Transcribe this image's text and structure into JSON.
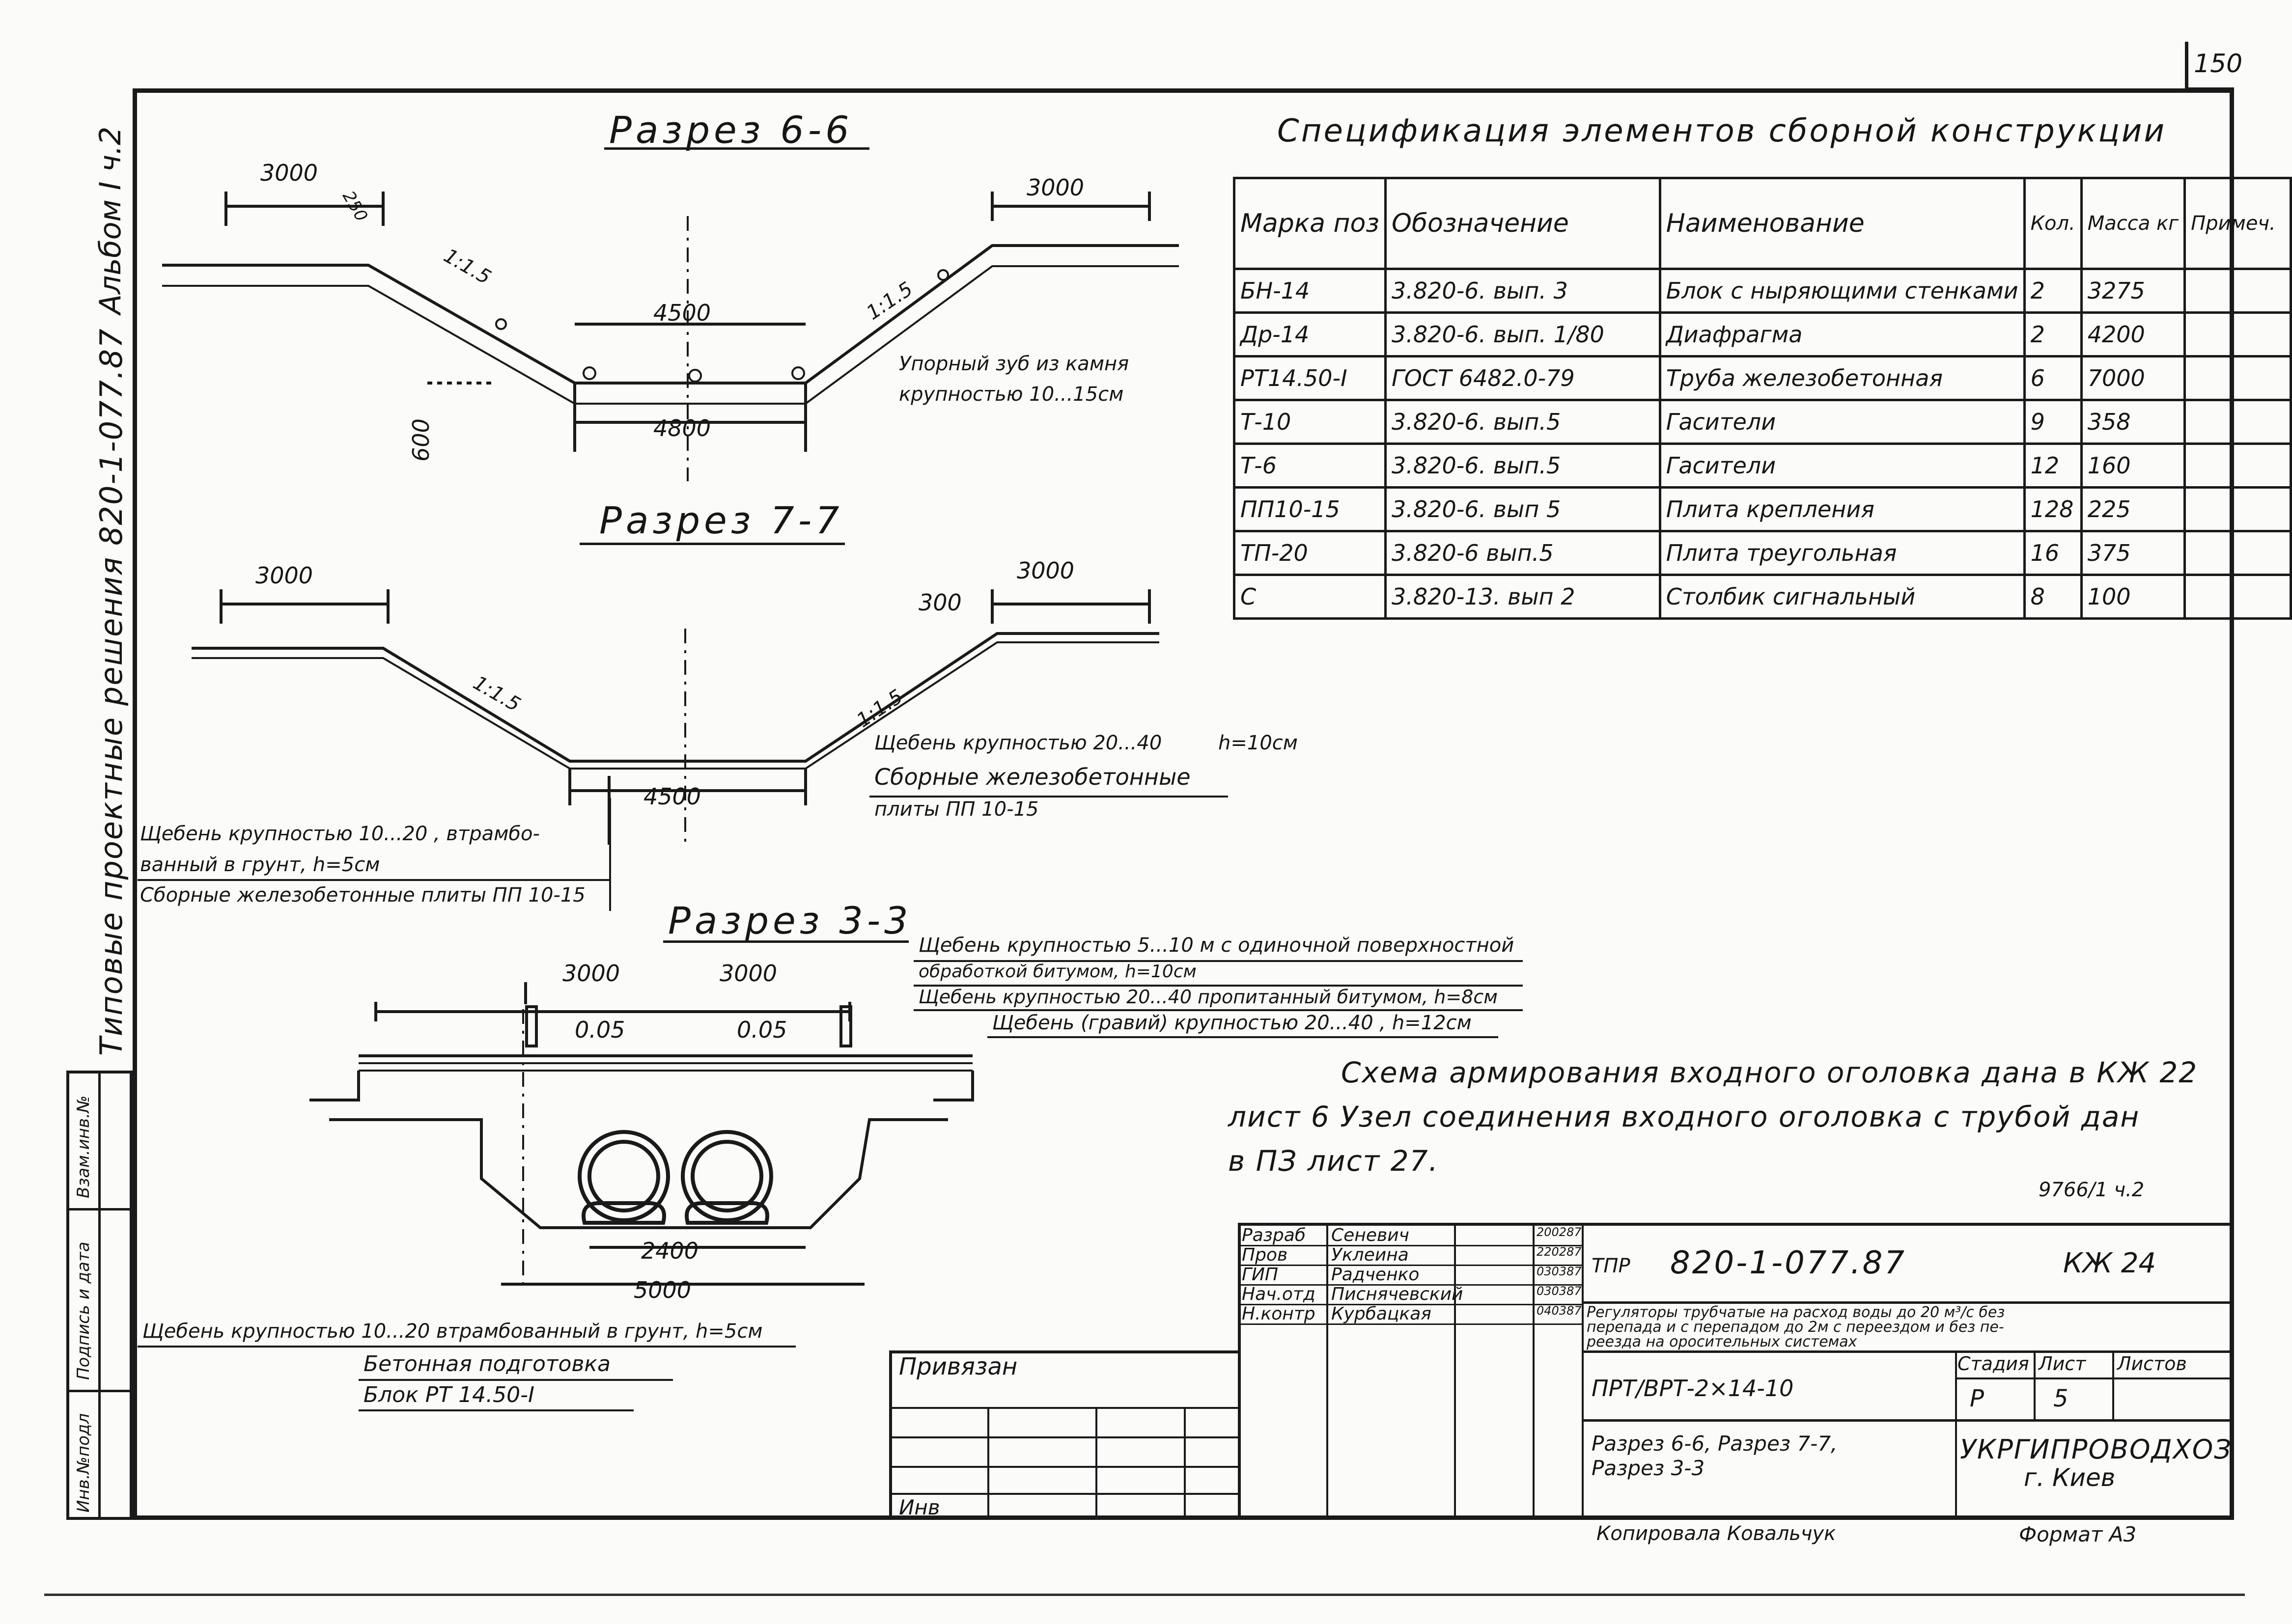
{
  "sheet_number": "150",
  "side_album": "Альбом  I  ч.2",
  "side_series": "Типовые  проектные  решения  820-1-077.87",
  "side_stamps": [
    "Инв.№подл",
    "Подпись и дата",
    "Взам.инв.№"
  ],
  "sections": {
    "s66": {
      "title": "Разрез  6-6",
      "dim_left": "3000",
      "dim_right": "3000",
      "dim_250": "250",
      "slope_left": "1:1.5",
      "slope_right": "1:1.5",
      "dim_4500": "4500",
      "dim_4800": "4800",
      "dim_600": "600",
      "note": [
        "Упорный зуб из камня",
        "крупностью 10...15см"
      ]
    },
    "s77": {
      "title": "Разрез  7-7",
      "dim_left": "3000",
      "dim_right": "3000",
      "dim_300": "300",
      "slope_left": "1:1.5",
      "slope_right": "1:1.5",
      "dim_4500": "4500",
      "note_right": [
        "Щебень крупностью 20...40",
        "h=10см",
        "Сборные железобетонные",
        "плиты  ПП 10-15"
      ],
      "note_left": [
        "Щебень крупностью 10...20   , втрамбо-",
        "ванный  в грунт, h=5см",
        "Сборные железобетонные плиты ПП 10-15"
      ]
    },
    "s33": {
      "title": "Разрез  3-3",
      "dim_left": "3000",
      "dim_right": "3000",
      "slope_l": "0.05",
      "slope_r": "0.05",
      "dim_2400": "2400",
      "dim_5000": "5000",
      "notes_top": [
        "Щебень крупностью 5...10  м с одиночной поверхностной",
        "обработкой  битумом, h=10см",
        "Щебень крупностью 20...40   пропитанный битумом, h=8см",
        "Щебень (гравий) крупностью  20...40   , h=12см"
      ],
      "notes_bottom": [
        "Щебень крупностью  10...20   втрамбованный в грунт, h=5см",
        "Бетонная подготовка",
        "Блок  РТ 14.50-I"
      ]
    }
  },
  "spec": {
    "title": "Спецификация  элементов  сборной  конструкции",
    "headers": [
      "Марка поз",
      "Обозначение",
      "Наименование",
      "Кол.",
      "Масса кг",
      "Примеч."
    ],
    "rows": [
      [
        "БН-14",
        "3.820-6. вып. 3",
        "Блок с ныряющими стенками",
        "2",
        "3275",
        ""
      ],
      [
        "Др-14",
        "3.820-6. вып. 1/80",
        "Диафрагма",
        "2",
        "4200",
        ""
      ],
      [
        "РТ14.50-I",
        "ГОСТ 6482.0-79",
        "Труба железобетонная",
        "6",
        "7000",
        ""
      ],
      [
        "Т-10",
        "3.820-6. вып.5",
        "Гасители",
        "9",
        "358",
        ""
      ],
      [
        "Т-6",
        "3.820-6. вып.5",
        "Гасители",
        "12",
        "160",
        ""
      ],
      [
        "ПП10-15",
        "3.820-6. вып 5",
        "Плита крепления",
        "128",
        "225",
        ""
      ],
      [
        "ТП-20",
        "3.820-6  вып.5",
        "Плита треугольная",
        "16",
        "375",
        ""
      ],
      [
        "С",
        "3.820-13. вып 2",
        "Столбик сигнальный",
        "8",
        "100",
        ""
      ]
    ]
  },
  "scheme_note": [
    "Схема  армирования  входного  оголовка  дана в  КЖ 22",
    "лист 6   Узел соединения  входного  оголовка  с  трубой  дан",
    "в ПЗ лист 27."
  ],
  "ref_code": "9766/1  ч.2",
  "title_block": {
    "roles": [
      [
        "Разраб",
        "Сеневич",
        "200287"
      ],
      [
        "Пров",
        "Уклеина",
        "220287"
      ],
      [
        "ГИП",
        "Радченко",
        "030387"
      ],
      [
        "Нач.отд",
        "Писнячевский",
        "030387"
      ],
      [
        "Н.контр",
        "Курбацкая",
        "040387"
      ]
    ],
    "tpr": "ТПР",
    "doc_code": "820-1-077.87",
    "sheet_code": "КЖ 24",
    "description": [
      "Регуляторы трубчатые на расход воды до 20 м³/с без",
      "перепада и с перепадом до 2м с переездом и без пе-",
      "реезда  на оросительных системах"
    ],
    "privyazan": "Привязан",
    "inv": "Инв",
    "variant": "ПРТ/ВРТ-2×14-10",
    "stage_label": "Стадия",
    "sheet_label": "Лист",
    "sheets_label": "Листов",
    "stage": "Р",
    "sheet": "5",
    "sheet_name": [
      "Разрез 6-6,  Разрез 7-7,",
      "Разрез 3-3"
    ],
    "org": [
      "УКРГИПРОВОДХОЗ",
      "г. Киев"
    ],
    "copied": "Копировала  Ковальчук",
    "format": "Формат  А3"
  }
}
